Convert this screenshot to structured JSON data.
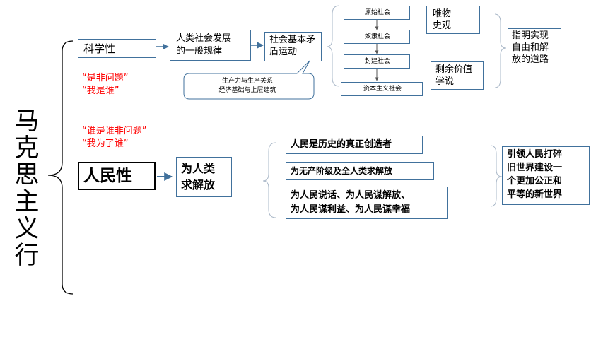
{
  "vertical_title": "马克思主义行",
  "scientific": {
    "label": "科学性",
    "q1": "“是非问题”",
    "q2": "“我是谁”",
    "law": [
      "人类社会发展",
      "的一般规律"
    ],
    "movement": [
      "社会基本矛",
      "盾运动"
    ],
    "callout": [
      "生产力与生产关系",
      "经济基础与上层建筑"
    ],
    "stages": [
      "原始社会",
      "奴隶社会",
      "封建社会",
      "资本主义社会"
    ],
    "materialism": [
      "唯物",
      "史观"
    ],
    "surplus": [
      "剩余价值",
      "学说"
    ],
    "conclusion": [
      "指明实现",
      "自由和解",
      "放的道路"
    ]
  },
  "people": {
    "q1": "“谁是谁非问题”",
    "q2": "“我为了谁”",
    "label": "人民性",
    "liberation": [
      "为人类",
      "求解放"
    ],
    "points": [
      "人民是历史的真正创造者",
      "为无产阶级及全人类求解放",
      "为人民说话、为人民谋解放、",
      "为人民谋利益、为人民谋幸福"
    ],
    "conclusion": [
      "引领人民打碎",
      "旧世界建设一",
      "个更加公正和",
      "平等的新世界"
    ]
  }
}
